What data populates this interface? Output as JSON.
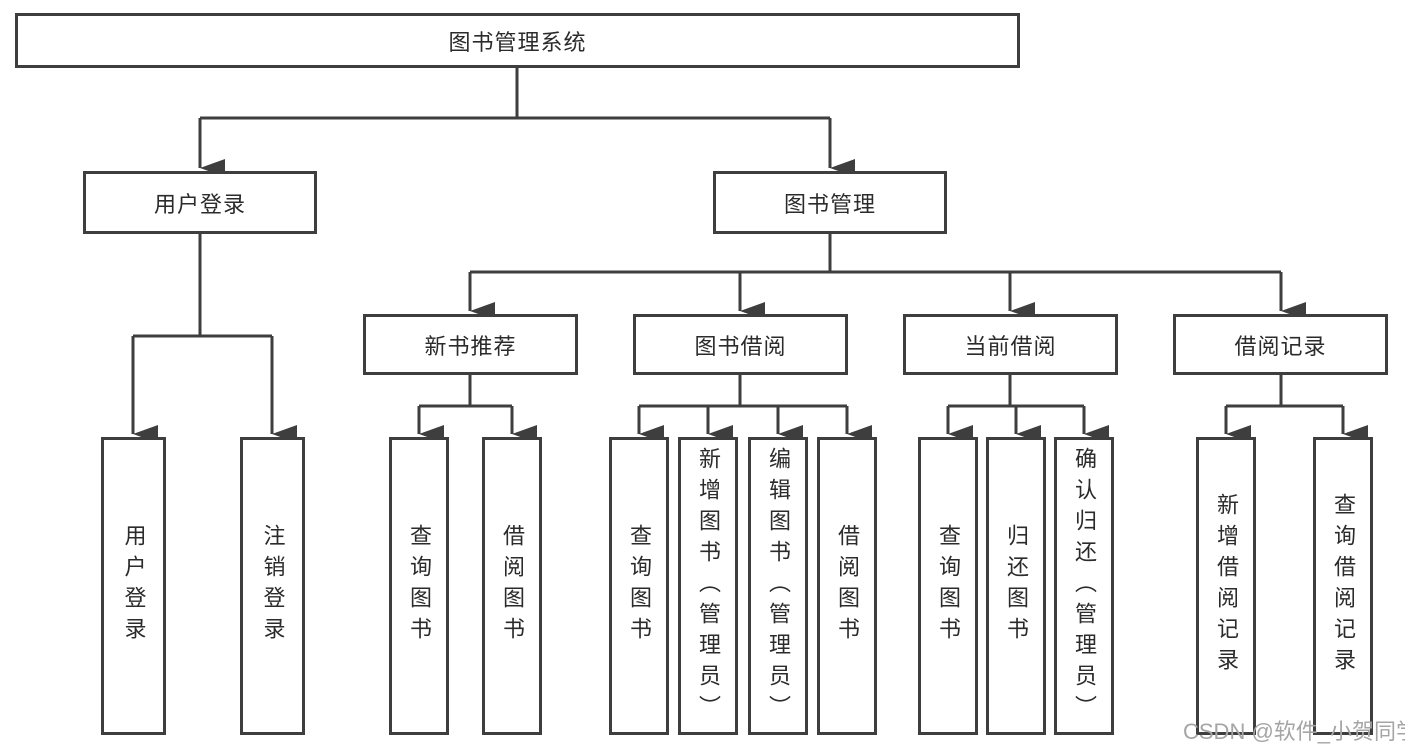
{
  "tree": {
    "root": "图书管理系统",
    "user_login": {
      "label": "用户登录",
      "children": [
        "用户登录",
        "注销登录"
      ]
    },
    "book_management": {
      "label": "图书管理",
      "sections": [
        {
          "label": "新书推荐",
          "children": [
            "查询图书",
            "借阅图书"
          ]
        },
        {
          "label": "图书借阅",
          "children": [
            "查询图书",
            "新增图书（管理员）",
            "编辑图书（管理员）",
            "借阅图书"
          ]
        },
        {
          "label": "当前借阅",
          "children": [
            "查询图书",
            "归还图书",
            "确认归还（管理员）"
          ]
        },
        {
          "label": "借阅记录",
          "children": [
            "新增借阅记录",
            "查询借阅记录"
          ]
        }
      ]
    }
  },
  "watermark": "CSDN @软件_小贺同学",
  "colors": {
    "line": "#3e3e3e",
    "text": "#2b2b2b",
    "watermark": "#a5a5a5",
    "background": "#ffffff"
  }
}
